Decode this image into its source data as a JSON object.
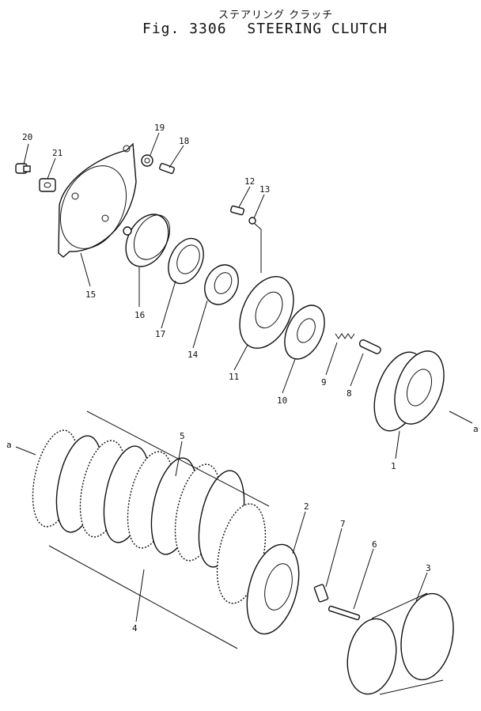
{
  "header": {
    "japanese_title": "ステアリング クラッチ",
    "figure_label": "Fig. 3306",
    "english_title": "STEERING CLUTCH"
  },
  "callouts": [
    "20",
    "21",
    "19",
    "18",
    "15",
    "16",
    "17",
    "14",
    "12",
    "13",
    "11",
    "10",
    "9",
    "8",
    "1",
    "a",
    "a",
    "5",
    "2",
    "7",
    "6",
    "3",
    "4"
  ]
}
